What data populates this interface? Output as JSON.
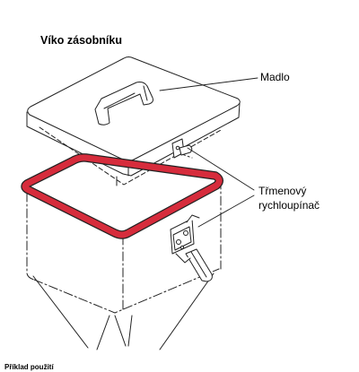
{
  "diagram": {
    "title": "Víko zásobníku",
    "labels": {
      "handle": "Madlo",
      "clamp_line1": "Třmenový",
      "clamp_line2": "rychloupínač"
    },
    "footer_text": "Příklad použití"
  },
  "colors": {
    "gasket": "#d62c3c",
    "outline": "#222222",
    "background": "#ffffff"
  }
}
